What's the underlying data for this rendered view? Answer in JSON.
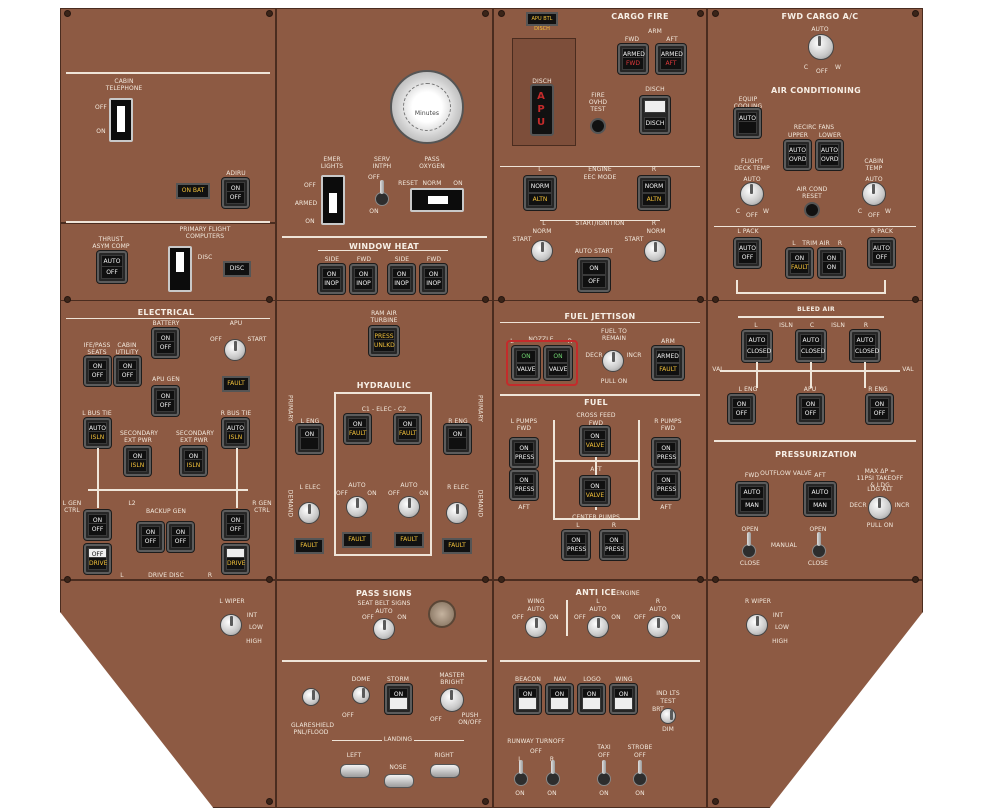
{
  "colors": {
    "panel": "#8d5a43",
    "text": "#f2e8dc",
    "amber": "#f4c23a",
    "red": "#e0393b",
    "button": "#262626"
  },
  "cabin": {
    "telephone_label": "CABIN TELEPHONE",
    "off": "OFF",
    "on": "ON",
    "adiru": "ADIRU",
    "on_bat": "ON BAT",
    "adiru_off": "OFF",
    "adiru_on": "ON"
  },
  "flight": {
    "thrust_label": "THRUST ASYM COMP",
    "auto": "AUTO",
    "off": "OFF",
    "pfc_label": "PRIMARY FLIGHT COMPUTERS",
    "disc": "DISC"
  },
  "electrical": {
    "title": "ELECTRICAL",
    "battery": "BATTERY",
    "off": "OFF",
    "on": "ON",
    "ife_label": "IFE/PASS SEATS",
    "cabin_util": "CABIN UTILITY",
    "apu": "APU",
    "off_pos": "OFF",
    "start": "START",
    "apu_gen": "APU GEN",
    "fault": "FAULT",
    "l_bus_tie": "L BUS TIE",
    "r_bus_tie": "R BUS TIE",
    "auto": "AUTO",
    "isln": "ISLN",
    "sec_ext": "SECONDARY EXT PWR",
    "l_gen_ctrl": "L GEN CTRL",
    "r_gen_ctrl": "R GEN CTRL",
    "backup_gen": "BACKUP GEN",
    "l2": "L2",
    "drive": "DRIVE",
    "drive_disc": "DRIVE DISC",
    "l": "L",
    "r": "R",
    "l_wiper": "L WIPER",
    "int": "INT",
    "low": "LOW",
    "high": "HIGH"
  },
  "oxygen": {
    "minutes_label": "Minutes",
    "emer_lights": "EMER LIGHTS",
    "serv_intph": "SERV INTPH",
    "pass_oxygen": "PASS OXYGEN",
    "off": "OFF",
    "armed": "ARMED",
    "on": "ON",
    "reset": "RESET",
    "norm": "NORM"
  },
  "window_heat": {
    "title": "WINDOW HEAT",
    "side": "SIDE",
    "fwd": "FWD",
    "on": "ON",
    "inop": "INOP"
  },
  "hydraulic": {
    "ram_air_turbine": "RAM AIR TURBINE",
    "press": "PRESS",
    "unlkd": "UNLKD",
    "title": "HYDRAULIC",
    "c1_elec_c2": "C1 - ELEC - C2",
    "primary": "PRIMARY",
    "demand": "DEMAND",
    "l_eng": "L ENG",
    "r_eng": "R ENG",
    "on": "ON",
    "fault": "FAULT",
    "l_elec": "L ELEC",
    "r_elec": "R ELEC",
    "auto": "AUTO",
    "off": "OFF"
  },
  "pass_signs": {
    "title": "PASS SIGNS",
    "seat_belt": "SEAT BELT SIGNS",
    "auto": "AUTO",
    "off": "OFF",
    "on": "ON"
  },
  "lights": {
    "dome": "DOME",
    "storm": "STORM",
    "on": "ON",
    "master_bright": "MASTER BRIGHT",
    "off": "OFF",
    "push_on_off": "PUSH ON/OFF",
    "glareshield": "GLARESHIELD PNL/FLOOD",
    "landing": "LANDING",
    "left": "LEFT",
    "nose": "NOSE",
    "right": "RIGHT"
  },
  "cargo_fire": {
    "title": "CARGO FIRE",
    "arm": "ARM",
    "fwd": "FWD",
    "aft": "AFT",
    "armed": "ARMED",
    "apu_btl_disch": "APU BTL DISCH",
    "disch_label": "DISCH",
    "apu": "APU",
    "fire_ovhd_test": "FIRE OVHD TEST",
    "disch": "DISCH"
  },
  "engine": {
    "label": "ENGINE",
    "eec_mode": "EEC MODE",
    "l": "L",
    "r": "R",
    "norm": "NORM",
    "altn": "ALTN",
    "start_ign": "START/IGNITION",
    "start": "START",
    "norm_pos": "NORM",
    "auto_start": "AUTO START",
    "on": "ON",
    "off": "OFF"
  },
  "fuel_jettison": {
    "title": "FUEL JETTISON",
    "nozzle": "NOZZLE",
    "l": "L",
    "r": "R",
    "on": "ON",
    "valve": "VALVE",
    "fuel_to_remain": "FUEL TO REMAIN",
    "decr": "DECR",
    "incr": "INCR",
    "pull_on": "PULL ON",
    "arm": "ARM",
    "armed": "ARMED",
    "fault": "FAULT"
  },
  "fuel": {
    "title": "FUEL",
    "l_pumps_fwd": "L PUMPS FWD",
    "r_pumps_fwd": "R PUMPS FWD",
    "cross_feed": "CROSS FEED",
    "fwd": "FWD",
    "aft": "AFT",
    "on": "ON",
    "press": "PRESS",
    "valve": "VALVE",
    "center_pumps": "CENTER PUMPS",
    "l": "L",
    "r": "R"
  },
  "anti_ice": {
    "title": "ANTI ICE",
    "wing": "WING",
    "engine": "ENGINE",
    "auto": "AUTO",
    "off": "OFF",
    "on": "ON",
    "l": "L",
    "r": "R"
  },
  "ext_lights": {
    "beacon": "BEACON",
    "nav": "NAV",
    "logo": "LOGO",
    "wing": "WING",
    "on": "ON",
    "ind_lts": "IND LTS",
    "test": "TEST",
    "brt": "BRT",
    "dim": "DIM",
    "runway_turnoff": "RUNWAY TURNOFF",
    "off": "OFF",
    "l": "L",
    "r": "R",
    "taxi": "TAXI",
    "strobe": "STROBE"
  },
  "air_cond": {
    "fwd_cargo": "FWD CARGO A/C",
    "auto": "AUTO",
    "off": "OFF",
    "c": "C",
    "w": "W",
    "title": "AIR CONDITIONING",
    "equip_cooling": "EQUIP COOLING",
    "ovrd": "OVRD",
    "recirc_fans": "RECIRC FANS",
    "upper": "UPPER",
    "lower": "LOWER",
    "flight_deck_temp": "FLIGHT DECK TEMP",
    "cabin_temp": "CABIN TEMP",
    "air_cond_reset": "AIR COND RESET",
    "l_pack": "L PACK",
    "r_pack": "R PACK",
    "trim_air": "TRIM AIR",
    "l": "L",
    "r": "R",
    "on": "ON",
    "fault": "FAULT",
    "bleed_air": "BLEED AIR",
    "isln": "ISLN",
    "c_pos": "C",
    "closed": "CLOSED",
    "l_eng": "L ENG",
    "r_eng": "R ENG",
    "apu": "APU",
    "val": "VAL",
    "r_wiper": "R WIPER",
    "int": "INT",
    "low": "LOW",
    "high": "HIGH"
  },
  "pressurization": {
    "title": "PRESSURIZATION",
    "outflow_valve": "OUTFLOW VALVE",
    "fwd": "FWD",
    "aft": "AFT",
    "auto": "AUTO",
    "man": "MAN",
    "max_dp": "MAX ΔP = 11PSI TAKEOFF & LDG",
    "ldg_alt": "LDG ALT",
    "decr": "DECR",
    "incr": "INCR",
    "pull_on": "PULL ON",
    "open": "OPEN",
    "close": "CLOSE",
    "manual": "MANUAL"
  }
}
